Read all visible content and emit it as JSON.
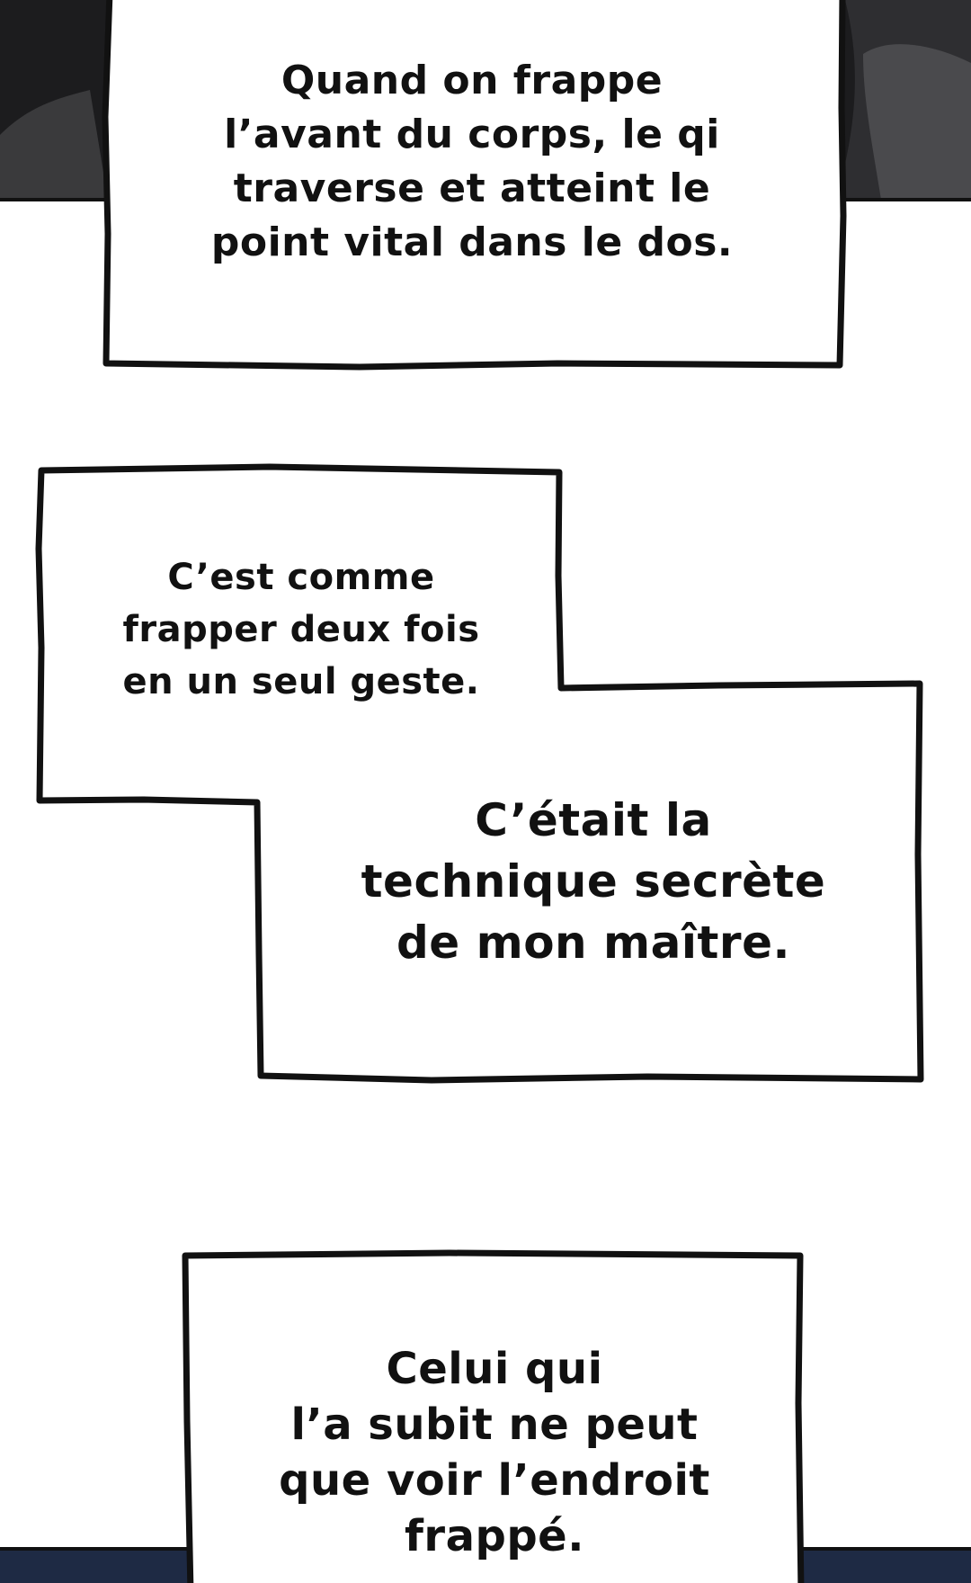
{
  "captions": [
    {
      "text": "Quand on frappe\nl’avant du corps, le qi\ntraverse et atteint le\npoint vital dans le dos."
    },
    {
      "text": "C’est comme\nfrapper deux fois\nen un seul geste."
    },
    {
      "text": "C’était la\ntechnique secrète\nde mon maître."
    },
    {
      "text": "Celui qui\nl’a subit ne peut\nque voir l’endroit\nfrappé."
    }
  ],
  "colors": {
    "background": "#ffffff",
    "ink": "#111111",
    "dark_panel": "#1c1c1e",
    "navy_panel": "#1e2a44"
  }
}
